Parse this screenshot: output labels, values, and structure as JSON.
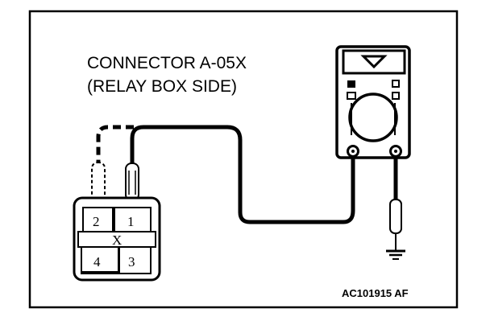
{
  "diagram": {
    "title_line1": "CONNECTOR A-05X",
    "title_line2": "(RELAY BOX SIDE)",
    "connector": {
      "pins": [
        "2",
        "1",
        "4",
        "3"
      ],
      "center_mark": "X"
    },
    "figure_code": "AC101915 AF"
  },
  "colors": {
    "ink": "#000000",
    "background": "#ffffff"
  }
}
